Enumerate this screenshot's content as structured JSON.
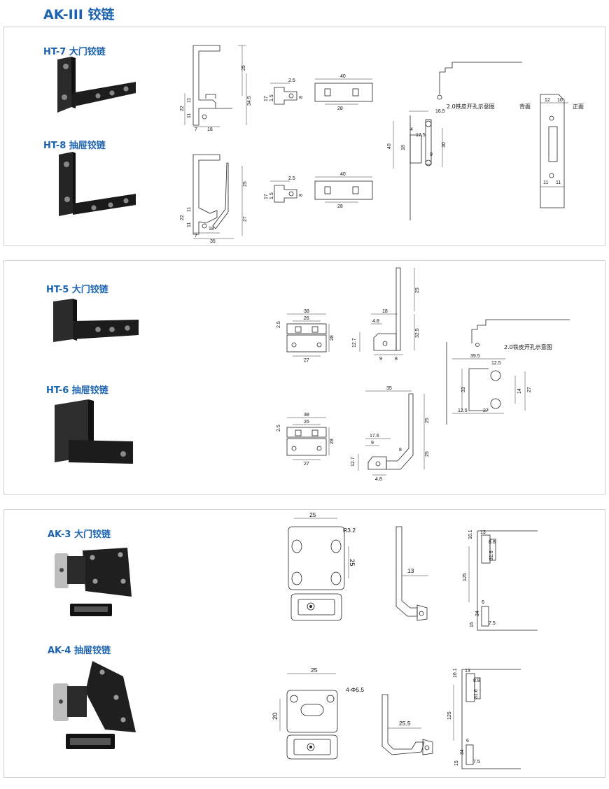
{
  "title": "AK-III 铰链",
  "section1": {
    "ht7_label": "HT-7 大门铰链",
    "ht8_label": "HT-8 抽屉铰链",
    "ht7_dims": {
      "d25": "25",
      "d345": "34.5",
      "d22": "22",
      "d11a": "11",
      "d11b": "11",
      "d7": "7",
      "d18": "18",
      "d17": "17",
      "d15": "1.5",
      "d25b": "2.5",
      "d8": "8",
      "d40": "40",
      "d28": "28"
    },
    "ht8_dims": {
      "d25": "25",
      "d27": "27",
      "d22": "22",
      "d11a": "11",
      "d11b": "11",
      "d7": "7",
      "d18": "18",
      "d35": "35",
      "d17": "17",
      "d15": "1.5",
      "d25b": "2.5",
      "d8": "8",
      "d40": "40",
      "d28": "28"
    },
    "hole_note": "2.0铁皮开孔示意图",
    "hole_dims": {
      "d165": "16.5",
      "d4": "4",
      "d175": "17.5",
      "d40": "40",
      "d18": "18",
      "d9": "9",
      "d30": "30"
    },
    "back_label": "背面",
    "front_label": "正面",
    "face_dims": {
      "d12": "12",
      "d10": "10",
      "d11a": "11",
      "d11b": "11"
    }
  },
  "section2": {
    "ht5_label": "HT-5 大门铰链",
    "ht6_label": "HT-6 抽屉铰链",
    "ht5_dims": {
      "d38": "38",
      "d26": "26",
      "d25": "2.5",
      "d28": "28",
      "d27": "27",
      "d18": "18",
      "d48": "4.8",
      "d25v": "25",
      "d325": "32.5",
      "d127": "12.7",
      "d9": "9",
      "d8": "8"
    },
    "ht6_dims": {
      "d38": "38",
      "d26": "26",
      "d25": "2.5",
      "d28": "28",
      "d27": "27",
      "d35": "35",
      "d25a": "25",
      "d25b": "25",
      "d176": "17.6",
      "d9": "9",
      "d8": "8",
      "d127": "12.7",
      "d48": "4.8"
    },
    "hole_note": "2.0铁皮开孔示意图",
    "hole_dims": {
      "d395": "39.5",
      "d125a": "12.5",
      "d33": "33",
      "d14": "14",
      "d27v": "27",
      "d125b": "12.5",
      "d27h": "27"
    }
  },
  "section3": {
    "ak3_label": "AK-3 大门铰链",
    "ak4_label": "AK-4 抽屉铰链",
    "ak3_dims": {
      "d25": "25",
      "r32": "R3.2",
      "d25v": "25",
      "d13": "13",
      "d161": "16.1",
      "d13b": "13",
      "d88": "8.8",
      "d316": "31.6",
      "d125": "125",
      "d6": "6",
      "d15": "15",
      "d34": "34",
      "d75": "7.5"
    },
    "ak4_dims": {
      "d25": "25",
      "phi": "4-Φ5.5",
      "d20": "20",
      "d255": "25.5",
      "d161": "16.1",
      "d13b": "13",
      "d88": "8.8",
      "d316": "31.6",
      "d125": "125",
      "d6": "6",
      "d15": "15",
      "d34": "34",
      "d75": "7.5"
    }
  }
}
